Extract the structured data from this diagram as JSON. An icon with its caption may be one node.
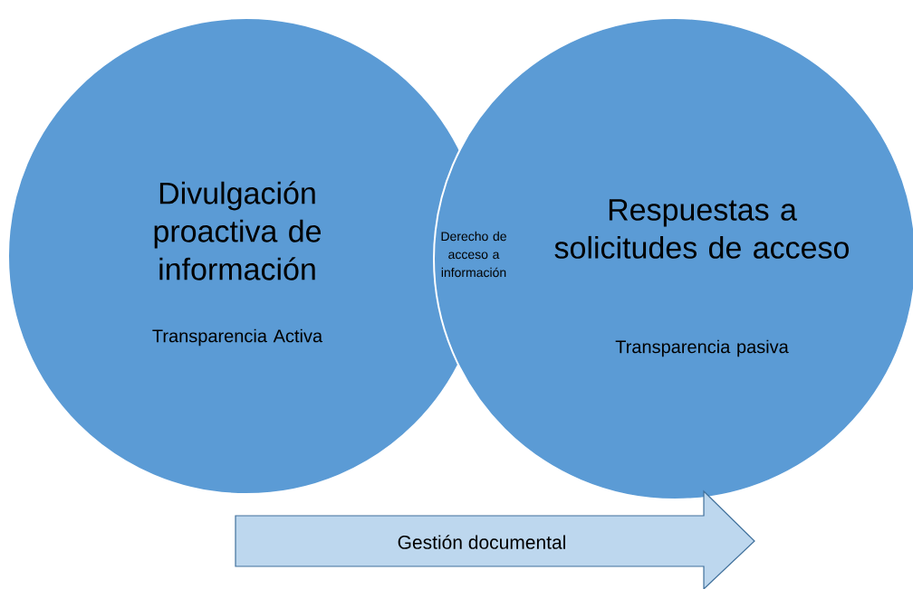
{
  "diagram": {
    "nodes": [
      {
        "text": [
          "Divulgación proactiva de información",
          "Transparencia Activa"
        ]
      },
      {
        "text": [
          "Respuestas a solicitudes de acceso",
          "Transparencia pasiva"
        ]
      },
      {
        "text": [
          "Gestión documental"
        ]
      }
    ],
    "labels": [
      "Derecho de acceso a información"
    ]
  }
}
